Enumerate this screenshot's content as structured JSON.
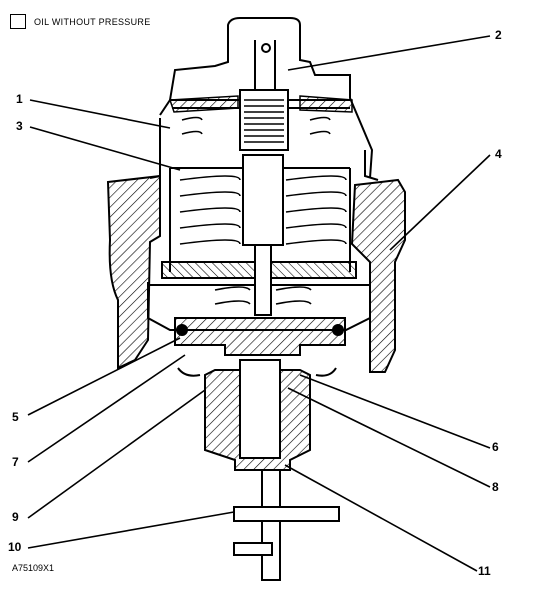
{
  "legend": {
    "label": "OIL WITHOUT PRESSURE",
    "swatch": "white"
  },
  "figure_id": "A75109X1",
  "callouts": [
    "1",
    "2",
    "3",
    "4",
    "5",
    "6",
    "7",
    "8",
    "9",
    "10",
    "11"
  ]
}
